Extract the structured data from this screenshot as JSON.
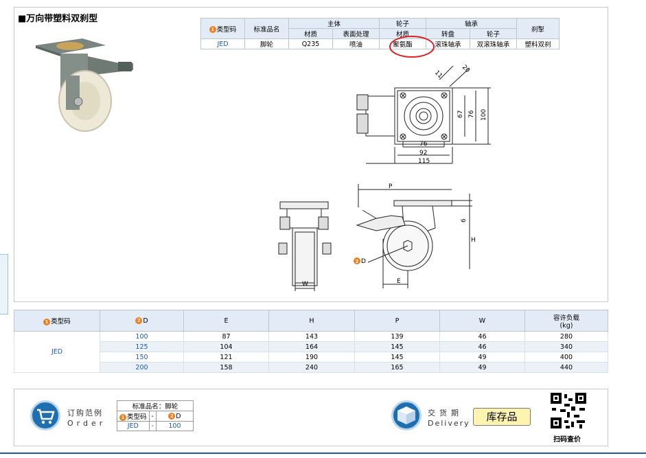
{
  "title": "■万向带塑料双刹型",
  "spec_table": {
    "type_code_num": "1",
    "type_code": "类型码",
    "std_name": "标准品名",
    "body": "主体",
    "wheel": "轮子",
    "bearing": "轴承",
    "brake": "刹掣",
    "material": "材质",
    "surface": "表面处理",
    "wheel_material": "材质",
    "turntable": "转盘",
    "wheel_bearing": "轮子",
    "row": [
      "JED",
      "脚轮",
      "Q235",
      "喷油",
      "聚氨酯",
      "滚珠轴承",
      "双滚珠轴承",
      "塑料双刹"
    ]
  },
  "drawing": {
    "top_dims": [
      "11",
      "20",
      "76",
      "92",
      "115",
      "67",
      "76",
      "100"
    ],
    "side_labels": [
      "P",
      "6",
      "H",
      "D",
      "E",
      "W"
    ],
    "d_num": "2"
  },
  "dims_table": {
    "headers": [
      "类型码",
      "D",
      "E",
      "H",
      "P",
      "W",
      "容许负载",
      "(kg)"
    ],
    "type_num": "1",
    "d_num": "2",
    "type": "JED",
    "rows": [
      [
        "100",
        "87",
        "143",
        "139",
        "46",
        "280"
      ],
      [
        "125",
        "104",
        "164",
        "145",
        "46",
        "340"
      ],
      [
        "150",
        "121",
        "190",
        "145",
        "49",
        "400"
      ],
      [
        "200",
        "158",
        "240",
        "165",
        "49",
        "440"
      ]
    ]
  },
  "order": {
    "label_cn": "订购范例",
    "label_en": "Order",
    "std_name": "标准品名：脚轮",
    "type_num": "1",
    "type_code": "类型码",
    "dash": "-",
    "d_num": "2",
    "d_label": "D",
    "type_value": "JED",
    "d_value": "100"
  },
  "delivery": {
    "label_cn": "交货期",
    "label_en": "Delivery",
    "stock": "库存品"
  },
  "qr_label": "扫码查价"
}
